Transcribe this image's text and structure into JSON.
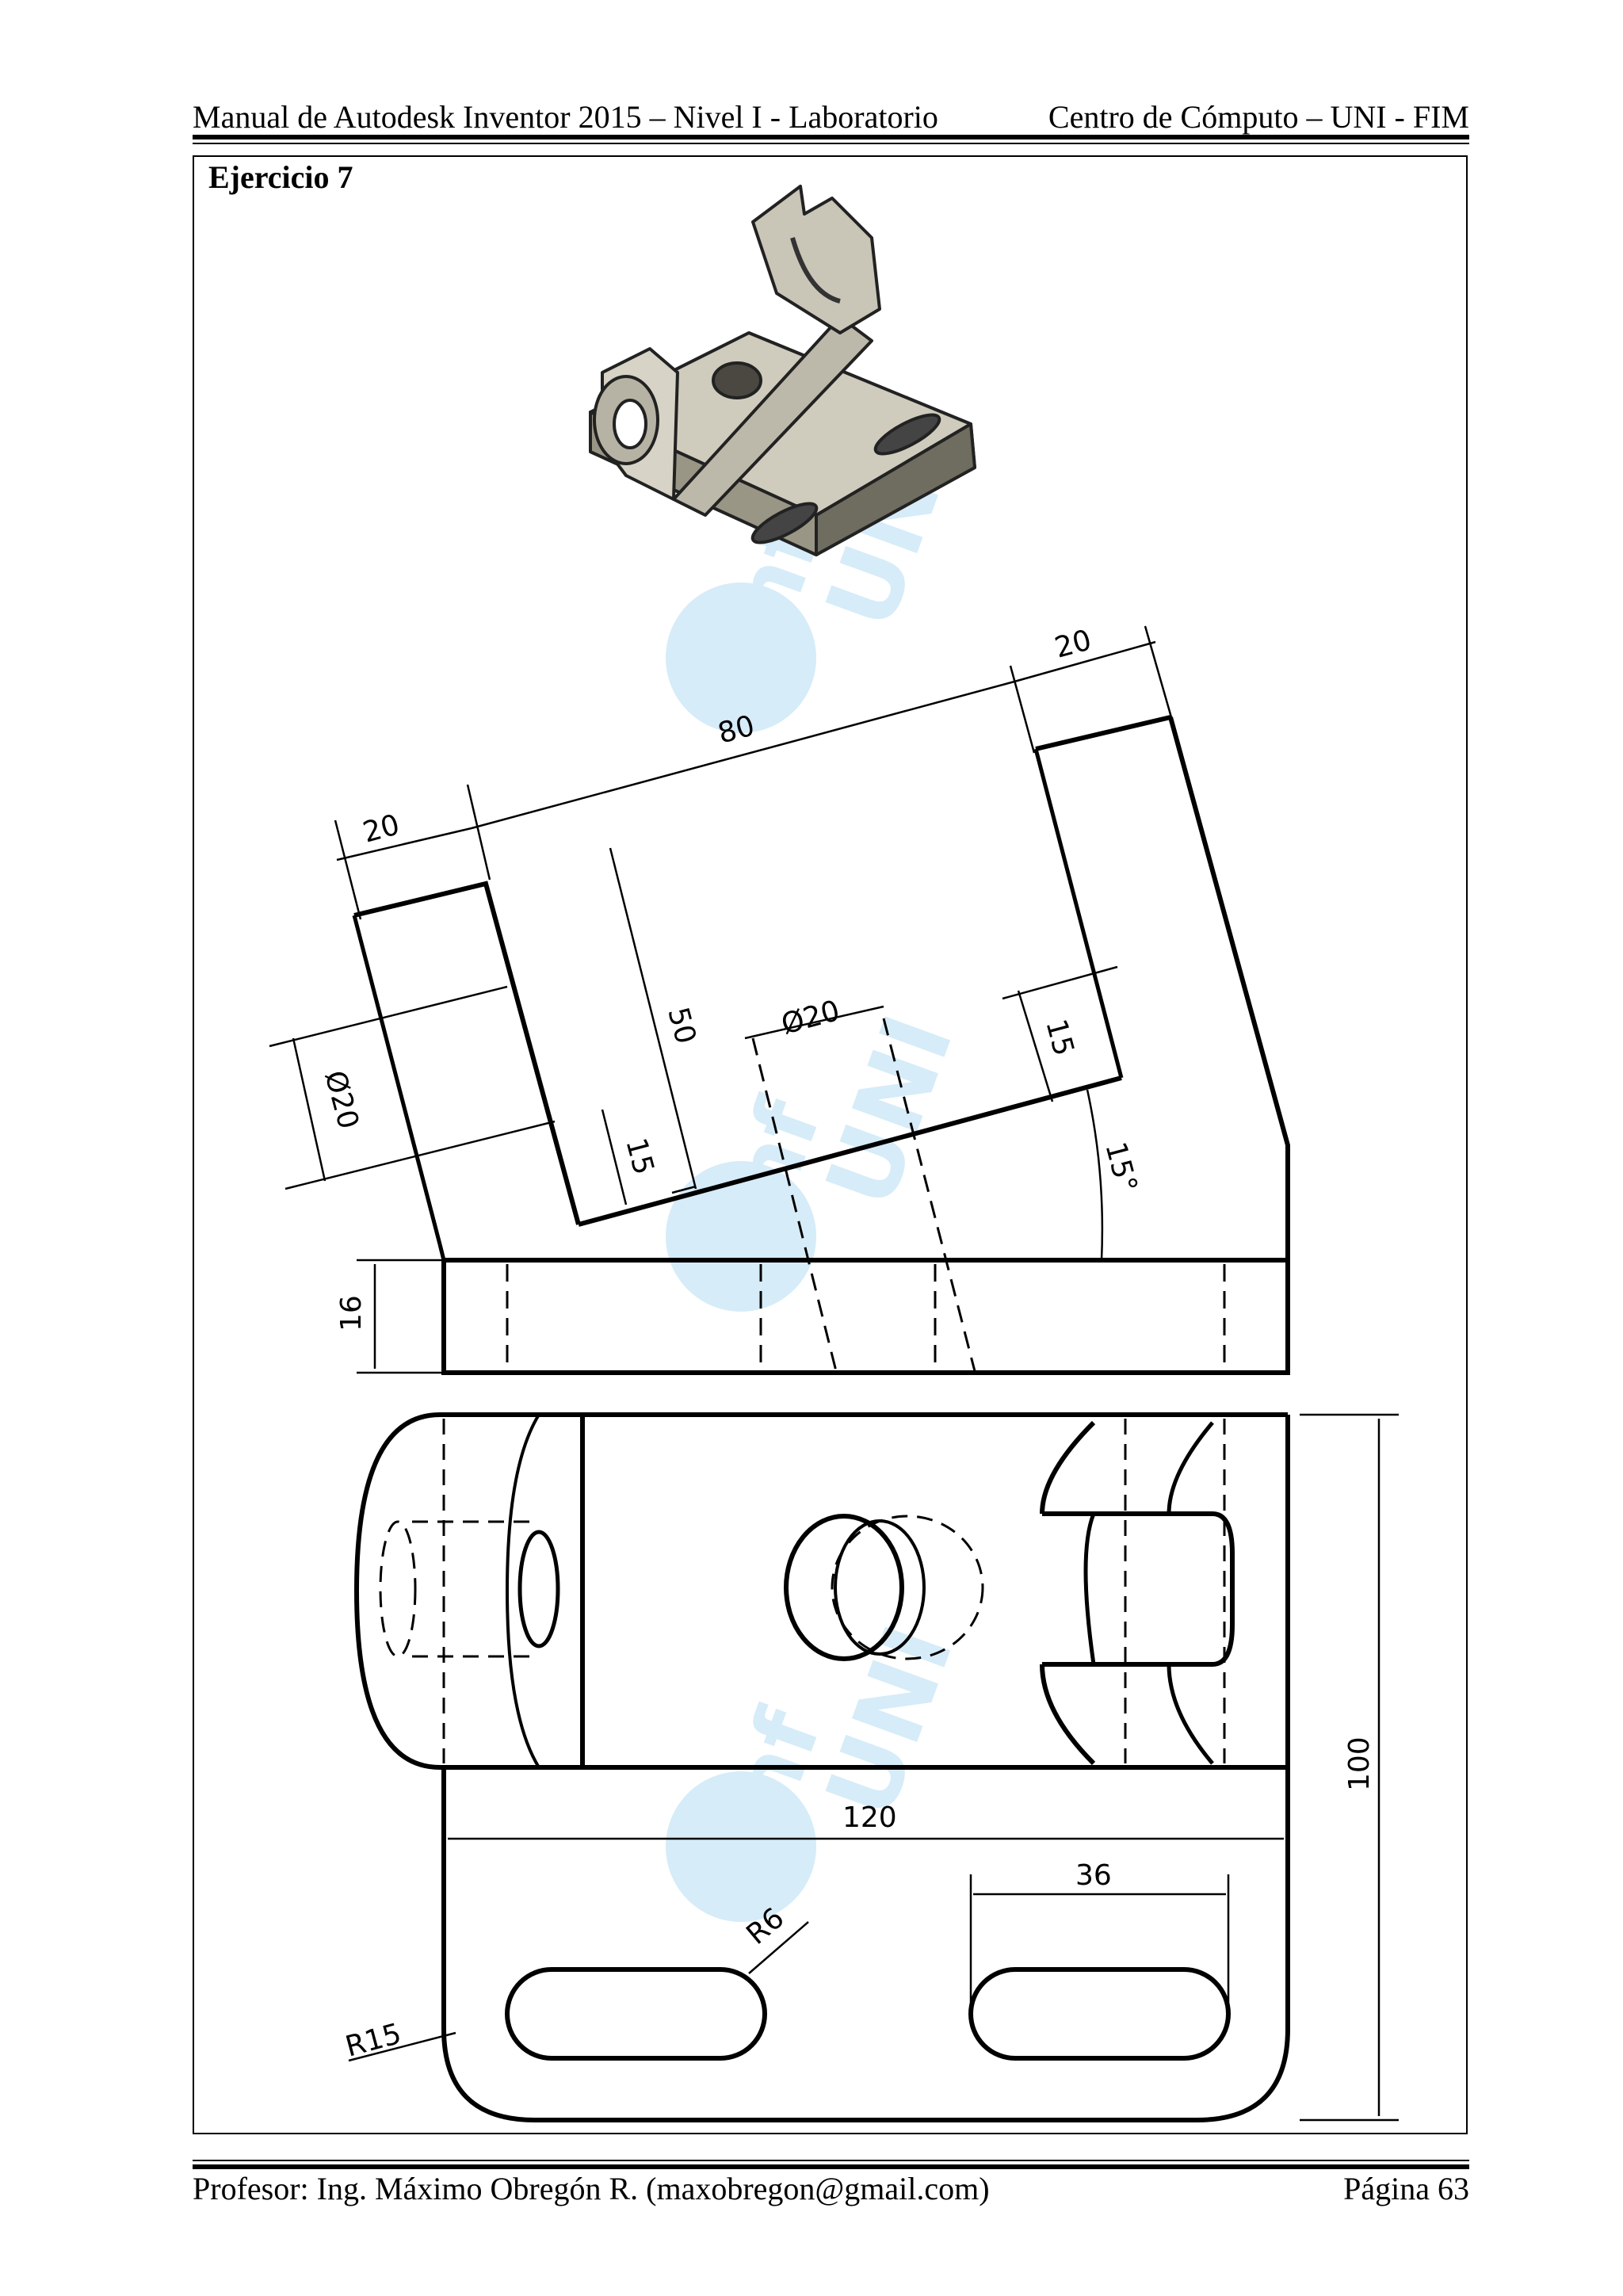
{
  "header": {
    "left": "Manual de Autodesk Inventor 2015 – Nivel I - Laboratorio",
    "right": "Centro de Cómputo – UNI - FIM"
  },
  "exercise_title": "Ejercicio 7",
  "watermark": {
    "word1": "inf",
    "word2": "UNI"
  },
  "dimensions": {
    "d20_top_right": "20",
    "d80": "80",
    "d20_top_left": "20",
    "d50": "50",
    "d20_dia_left": "Ø20",
    "d15_left": "15",
    "d20_dia_center": "Ø20",
    "d15_right": "15",
    "angle_15": "15°",
    "d16": "16",
    "d100": "100",
    "d120": "120",
    "d36": "36",
    "r6": "R6",
    "r15": "R15"
  },
  "footer": {
    "left": "Profesor: Ing. Máximo Obregón R. (maxobregon@gmail.com)",
    "right": "Página 63"
  },
  "colors": {
    "line": "#000000",
    "watermark": "#d6ecf8",
    "part_shade": "#b8b4a6"
  }
}
